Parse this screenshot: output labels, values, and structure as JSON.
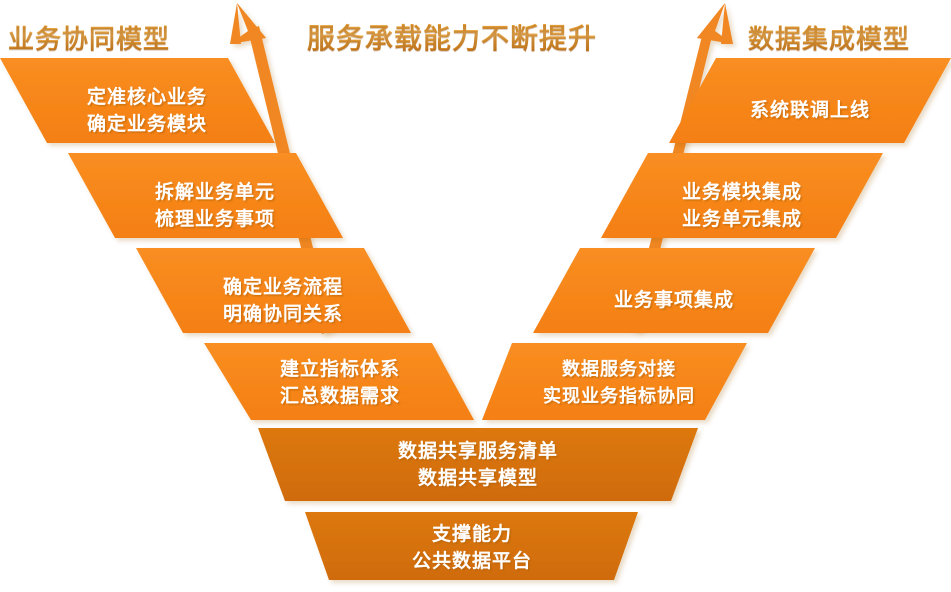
{
  "diagram": {
    "type": "v-model",
    "title_left": "业务协同模型",
    "title_center": "服务承载能力不断提升",
    "title_right": "数据集成模型",
    "colors": {
      "band_orange": "#F7861B",
      "band_orange_dark": "#D4740F",
      "base_orange": "#D8730F",
      "arrow_orange": "#F08722",
      "heading_gold": "#D98B1C",
      "label_white": "#FFFFFF",
      "background": "#FFFFFF"
    },
    "left_arm": {
      "name": "业务协同模型",
      "direction": "descending",
      "steps": [
        {
          "index": 1,
          "line1": "定准核心业务",
          "line2": "确定业务模块"
        },
        {
          "index": 2,
          "line1": "拆解业务单元",
          "line2": "梳理业务事项"
        },
        {
          "index": 3,
          "line1": "确定业务流程",
          "line2": "明确协同关系"
        },
        {
          "index": 4,
          "line1": "建立指标体系",
          "line2": "汇总数据需求"
        }
      ]
    },
    "right_arm": {
      "name": "数据集成模型",
      "direction": "ascending",
      "steps": [
        {
          "index": 1,
          "line1": "系统联调上线",
          "line2": ""
        },
        {
          "index": 2,
          "line1": "业务模块集成",
          "line2": "业务单元集成"
        },
        {
          "index": 3,
          "line1": "业务事项集成",
          "line2": ""
        },
        {
          "index": 4,
          "line1": "数据服务对接",
          "line2": "实现业务指标协同"
        }
      ]
    },
    "base_layers": [
      {
        "index": 1,
        "line1": "数据共享服务清单",
        "line2": "数据共享模型"
      },
      {
        "index": 2,
        "line1": "支撑能力",
        "line2": "公共数据平台"
      }
    ],
    "arrows": [
      {
        "name": "left-growth-arrow",
        "direction": "up"
      },
      {
        "name": "right-growth-arrow",
        "direction": "up"
      }
    ]
  }
}
